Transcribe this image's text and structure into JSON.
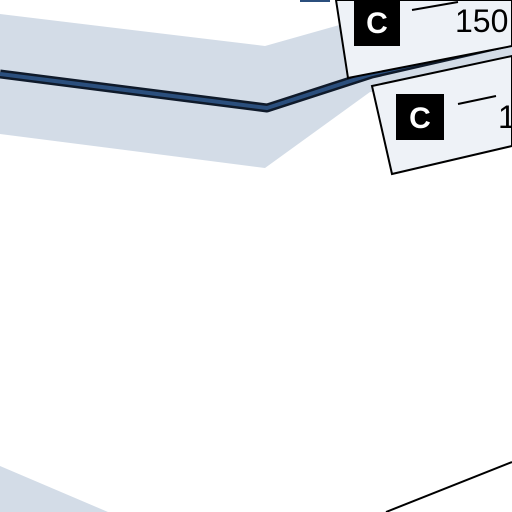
{
  "colors": {
    "background": "#ffffff",
    "band": "#d3dce7",
    "band_light": "#e6ecf2",
    "route_casing": "#0f1a2a",
    "route_fill": "#2b4f7d",
    "label_box_fill": "#eef2f7",
    "label_box_border": "#000000",
    "badge_fill": "#000000",
    "badge_text": "#ffffff"
  },
  "route_labels": [
    {
      "badge": "C",
      "text": "150"
    },
    {
      "badge": "C",
      "text": "1"
    }
  ]
}
